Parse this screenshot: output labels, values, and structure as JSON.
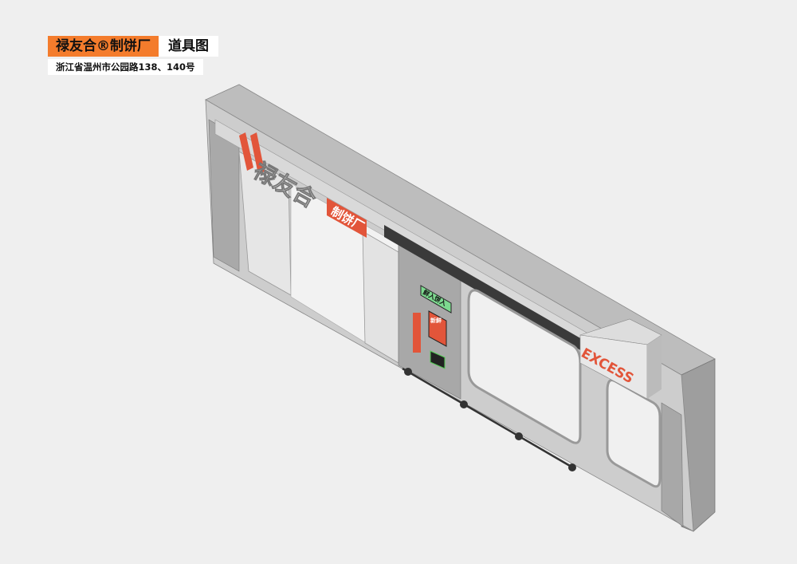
{
  "header": {
    "brand_title": "禄友合®制饼厂",
    "drawing_type": "道具图",
    "address": "浙江省温州市公园路138、140号"
  },
  "signage": {
    "main_sign_left": "禄友合",
    "main_sign_right": "制饼厂",
    "right_sign": "EXCESS",
    "poster_green": "鲜入饼入",
    "poster_red": "新鲜"
  },
  "colors": {
    "accent": "#f47c2c",
    "sign_red": "#e2553a",
    "wall": "#c9c9c9",
    "background": "#efefef"
  }
}
